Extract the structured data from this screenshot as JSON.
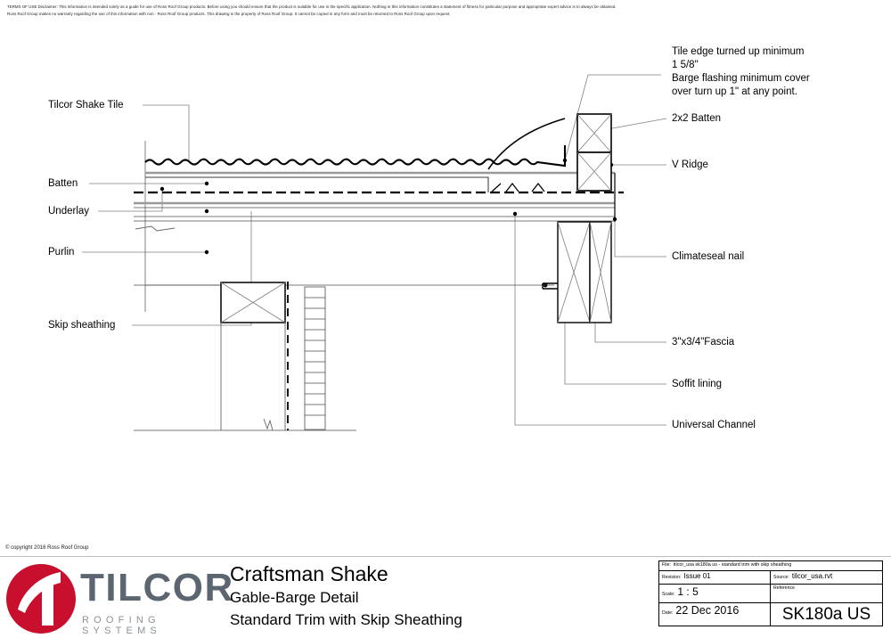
{
  "disclaimer": {
    "line1": "TERMS OF USE Disclaimer: This information is intended solely as a guide for use of Ross Roof Group products. Before using you should ensure that the product is suitable for use in the specific application. Nothing in this information constitutes a statement of fitness for particular purpose and appropriate expert advice is to always be obtained.",
    "line2": "Ross Roof Group makes no warranty regarding the use of this information with non - Ross Roof Group products. This drawing is the property of Ross Roof Group. It cannot be copied in any form and must be returned to Ross Roof Group upon request."
  },
  "labels": {
    "left": [
      {
        "id": "tilcor-shake-tile",
        "text": "Tilcor Shake Tile"
      },
      {
        "id": "batten",
        "text": "Batten"
      },
      {
        "id": "underlay",
        "text": "Underlay"
      },
      {
        "id": "purlin",
        "text": "Purlin"
      },
      {
        "id": "skip-sheathing",
        "text": "Skip sheathing"
      }
    ],
    "right": [
      {
        "id": "tile-edge-note-1",
        "text": "Tile edge turned up minimum"
      },
      {
        "id": "tile-edge-note-2",
        "text": "1 5/8\""
      },
      {
        "id": "barge-flashing-note-1",
        "text": "Barge flashing minimum cover"
      },
      {
        "id": "barge-flashing-note-2",
        "text": "over turn up 1\" at any point."
      },
      {
        "id": "batten-2x2",
        "text": "2x2 Batten"
      },
      {
        "id": "v-ridge",
        "text": "V Ridge"
      },
      {
        "id": "climateseal-nail",
        "text": "Climateseal nail"
      },
      {
        "id": "fascia",
        "text": "3\"x3/4\"Fascia"
      },
      {
        "id": "soffit-lining",
        "text": "Soffit lining"
      },
      {
        "id": "universal-channel",
        "text": "Universal Channel"
      }
    ]
  },
  "footer": {
    "copyright": "© copyright 2016 Ross Roof Group",
    "logo": {
      "wordmark": "TILCOR",
      "tagline": "ROOFING SYSTEMS",
      "mark_color": "#c8102e",
      "word_color": "#5b6670",
      "tagline_color": "#8b9299"
    },
    "title_main": "Craftsman Shake",
    "title_sub1": "Gable-Barge Detail",
    "title_sub2": "Standard Trim with Skip Sheathing"
  },
  "titleblock": {
    "file_key": "File:",
    "file_value": "tilcor_usa sk180a us - standard trim with skip sheathing",
    "revision_key": "Revision:",
    "revision_value": "Issue 01",
    "source_key": "Source:",
    "source_value": "tilcor_usa.rvt",
    "scale_key": "Scale:",
    "scale_value": "1 : 5",
    "reference_key": "Reference",
    "reference_value": "SK180a US",
    "date_key": "Date:",
    "date_value": "22 Dec 2016"
  },
  "drawing": {
    "name": "gable-barge-section-detail",
    "line_color": "#000000",
    "leader_color": "#808080",
    "hatch_color": "#808080",
    "fill_gray": "#999999"
  }
}
